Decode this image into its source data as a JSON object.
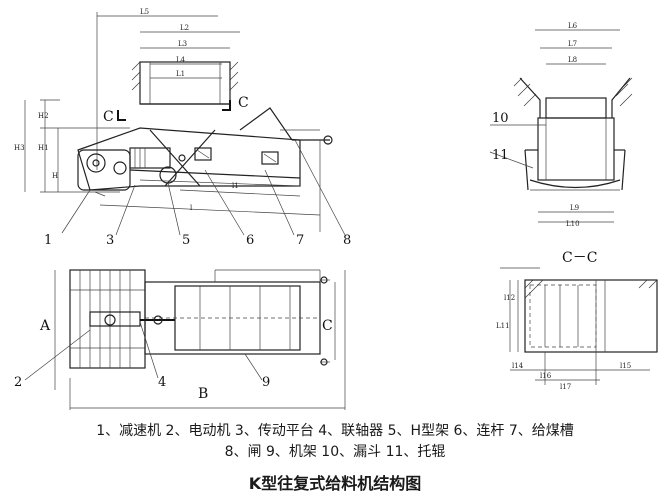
{
  "diagram": {
    "callouts": [
      "1",
      "2",
      "3",
      "4",
      "5",
      "6",
      "7",
      "8",
      "9",
      "10",
      "11"
    ],
    "section_labels": {
      "c_upper_left": "C",
      "c_upper_right": "C",
      "c_plan_right": "C",
      "cc_title": "C－C",
      "a_plan": "A",
      "b_plan": "B"
    },
    "dimension_labels": {
      "l5": "L5",
      "l2": "L2",
      "l3": "L3",
      "l4": "L4",
      "l1": "L1",
      "h3": "H3",
      "h2": "H2",
      "h1": "H1",
      "h": "H",
      "l6": "L6",
      "l7": "L7",
      "l8": "L8",
      "l9": "L9",
      "l10": "L10",
      "l11": "L11"
    }
  },
  "legend": {
    "line1": "1、减速机 2、电动机 3、传动平台 4、联轴器 5、H型架 6、连杆 7、给煤槽",
    "line2": "8、闸 9、机架 10、漏斗 11、托辊"
  },
  "caption": "K型往复式给料机结构图"
}
